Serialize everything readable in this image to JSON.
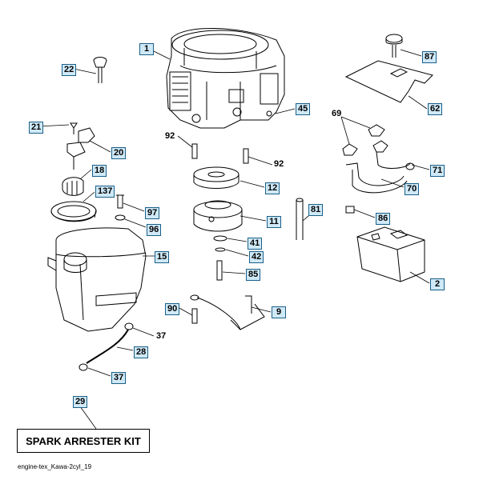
{
  "labels": [
    {
      "id": "p1",
      "text": "1",
      "style": "boxed"
    },
    {
      "id": "p22",
      "text": "22",
      "style": "boxed"
    },
    {
      "id": "p87",
      "text": "87",
      "style": "boxed"
    },
    {
      "id": "p62",
      "text": "62",
      "style": "boxed"
    },
    {
      "id": "p45",
      "text": "45",
      "style": "boxed"
    },
    {
      "id": "p69",
      "text": "69",
      "style": "plain"
    },
    {
      "id": "p21",
      "text": "21",
      "style": "boxed"
    },
    {
      "id": "p20",
      "text": "20",
      "style": "boxed"
    },
    {
      "id": "p92a",
      "text": "92",
      "style": "plain"
    },
    {
      "id": "p92b",
      "text": "92",
      "style": "plain"
    },
    {
      "id": "p71",
      "text": "71",
      "style": "boxed"
    },
    {
      "id": "p18",
      "text": "18",
      "style": "boxed"
    },
    {
      "id": "p12",
      "text": "12",
      "style": "boxed"
    },
    {
      "id": "p70",
      "text": "70",
      "style": "boxed"
    },
    {
      "id": "p137",
      "text": "137",
      "style": "boxed"
    },
    {
      "id": "p97",
      "text": "97",
      "style": "boxed"
    },
    {
      "id": "p81",
      "text": "81",
      "style": "boxed"
    },
    {
      "id": "p11",
      "text": "11",
      "style": "boxed"
    },
    {
      "id": "p86",
      "text": "86",
      "style": "boxed"
    },
    {
      "id": "p96",
      "text": "96",
      "style": "boxed"
    },
    {
      "id": "p41",
      "text": "41",
      "style": "boxed"
    },
    {
      "id": "p15",
      "text": "15",
      "style": "boxed"
    },
    {
      "id": "p42",
      "text": "42",
      "style": "boxed"
    },
    {
      "id": "p85",
      "text": "85",
      "style": "boxed"
    },
    {
      "id": "p2",
      "text": "2",
      "style": "boxed"
    },
    {
      "id": "p90",
      "text": "90",
      "style": "boxed"
    },
    {
      "id": "p9",
      "text": "9",
      "style": "boxed"
    },
    {
      "id": "p37a",
      "text": "37",
      "style": "plain"
    },
    {
      "id": "p28",
      "text": "28",
      "style": "boxed"
    },
    {
      "id": "p37b",
      "text": "37",
      "style": "boxed"
    },
    {
      "id": "p29",
      "text": "29",
      "style": "boxed"
    }
  ],
  "kit_title": "SPARK ARRESTER KIT",
  "footer_ref": "engine-tex_Kawa-2cyl_19"
}
